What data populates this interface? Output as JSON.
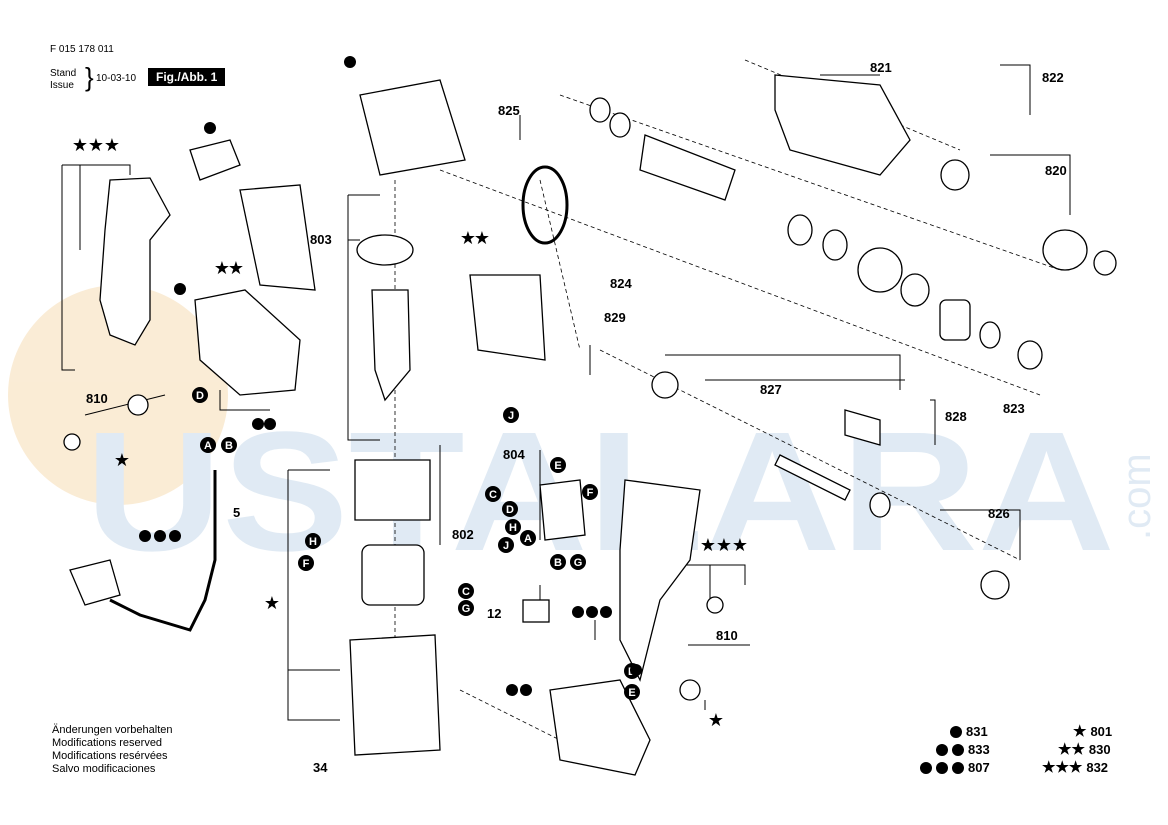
{
  "header": {
    "doc_number": "F 015 178 011",
    "stand_label": "Stand",
    "issue_label": "Issue",
    "date": "10-03-10",
    "figure_label": "Fig./Abb. 1"
  },
  "watermark": {
    "text": "USTALARA",
    "suffix": ".com"
  },
  "notes": [
    "Änderungen vorbehalten",
    "Modifications reserved",
    "Modifications resérvées",
    "Salvo modificaciones"
  ],
  "part_numbers": [
    "821",
    "822",
    "825",
    "820",
    "803",
    "824",
    "829",
    "827",
    "828",
    "823",
    "810",
    "5",
    "804",
    "802",
    "826",
    "12",
    "810",
    "34"
  ],
  "connector_letters": [
    "A",
    "B",
    "C",
    "D",
    "E",
    "F",
    "G",
    "H",
    "J"
  ],
  "legend": [
    {
      "symbol": "dot",
      "count": 1,
      "part": "831"
    },
    {
      "symbol": "dot",
      "count": 2,
      "part": "833"
    },
    {
      "symbol": "dot",
      "count": 3,
      "part": "807"
    },
    {
      "symbol": "star",
      "count": 1,
      "part": "801"
    },
    {
      "symbol": "star",
      "count": 2,
      "part": "830"
    },
    {
      "symbol": "star",
      "count": 3,
      "part": "832"
    }
  ]
}
